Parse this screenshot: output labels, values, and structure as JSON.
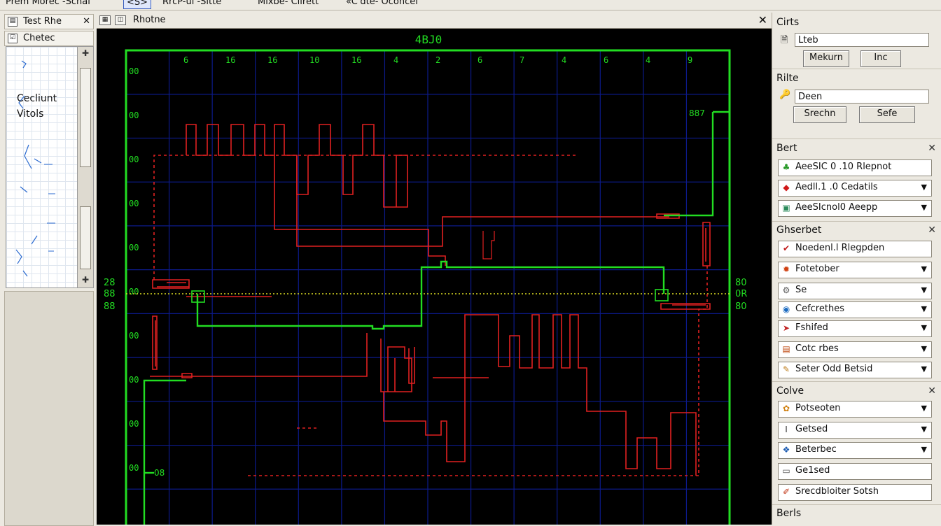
{
  "menubar": {
    "items": [
      "Prem Morec -Schal",
      "<S>",
      "RrcP-ul -Sitte",
      "Mixbe- Clirett",
      "«C'dte- Oconcel"
    ]
  },
  "left_panel": {
    "tab1": "Test Rhe",
    "tab2": "Chetec",
    "preview_lines": [
      "Cecliunt",
      "Vitols"
    ]
  },
  "scope": {
    "title": "Rhotne",
    "top_label": "4BJ0",
    "x_ticks": [
      "6",
      "16",
      "16",
      "10",
      "16",
      "4",
      "2",
      "6",
      "7",
      "4",
      "6",
      "4",
      "9"
    ],
    "y_ticks": [
      "00",
      "00",
      "00",
      "00",
      "00",
      "00",
      "00",
      "00",
      "00",
      "00"
    ],
    "left_marks": [
      "28",
      "88",
      "88"
    ],
    "right_marks": [
      "80",
      "0R",
      "80"
    ],
    "corner_label": "887",
    "bottom_label": "08",
    "colors": {
      "grid": "#0c1a8a",
      "frame": "#22dd22",
      "trace": "#e02020",
      "marker": "#dddd22"
    }
  },
  "right_panel": {
    "cirts": {
      "title": "Cirts",
      "input_value": "Lteb",
      "btn1": "Mekurn",
      "btn2": "Inc"
    },
    "rilte": {
      "title": "Rilte",
      "input_value": "Deen",
      "btn1": "Srechn",
      "btn2": "Sefe"
    },
    "bert": {
      "title": "Bert",
      "items": [
        {
          "icon": "leaf-icon",
          "label": "AeeSIC 0 .10 Rlepnot"
        },
        {
          "icon": "shield-icon",
          "label": "Aedll.1 .0 Cedatils"
        },
        {
          "icon": "picture-icon",
          "label": "AeeSIcnol0 Aeepp"
        }
      ]
    },
    "ghserbet": {
      "title": "Ghserbet",
      "items": [
        {
          "icon": "check-icon",
          "label": "Noedenl.l Rlegpden"
        },
        {
          "icon": "flame-icon",
          "label": "Fotetober"
        },
        {
          "icon": "gear-icon",
          "label": "Se"
        },
        {
          "icon": "globe-icon",
          "label": "Cefcrethes"
        },
        {
          "icon": "cursor-icon",
          "label": "Fshifed"
        },
        {
          "icon": "image-icon",
          "label": "Cotc rbes"
        },
        {
          "icon": "pencil-icon",
          "label": "Seter Odd Betsid"
        }
      ]
    },
    "colve": {
      "title": "Colve",
      "items": [
        {
          "icon": "palette-icon",
          "label": "Potseoten"
        },
        {
          "icon": "text-icon",
          "label": "Getsed"
        },
        {
          "icon": "layers-icon",
          "label": "Beterbec"
        },
        {
          "icon": "folder-icon",
          "label": "Ge1sed"
        },
        {
          "icon": "brush-icon",
          "label": "Srecdbloiter Sotsh"
        }
      ]
    },
    "bottom_title": "Berls"
  }
}
